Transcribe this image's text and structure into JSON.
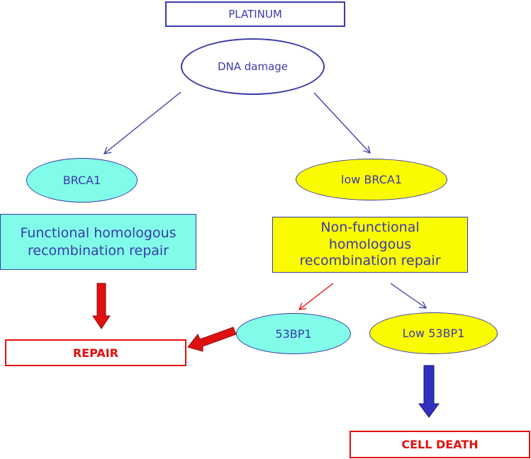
{
  "top": {
    "label": "PLATINUM"
  },
  "center": {
    "label": "DNA damage"
  },
  "left": {
    "gene": "BRCA1",
    "repair": [
      "Functional homologous",
      "recombination repair"
    ]
  },
  "right": {
    "gene": "low BRCA1",
    "repair": [
      "Non-functional",
      "homologous",
      "recombination repair"
    ]
  },
  "markers": {
    "high": "53BP1",
    "low": "Low 53BP1"
  },
  "outcomes": {
    "repair": "REPAIR",
    "death": "CELL DEATH"
  },
  "colors": {
    "outline": "#3b3ba8",
    "text": "#3a3aa8",
    "cyan_fill": "#80fce8",
    "yellow_fill": "#fbfb00",
    "red": "#e01010",
    "blue_arrow": "#3030c0"
  }
}
